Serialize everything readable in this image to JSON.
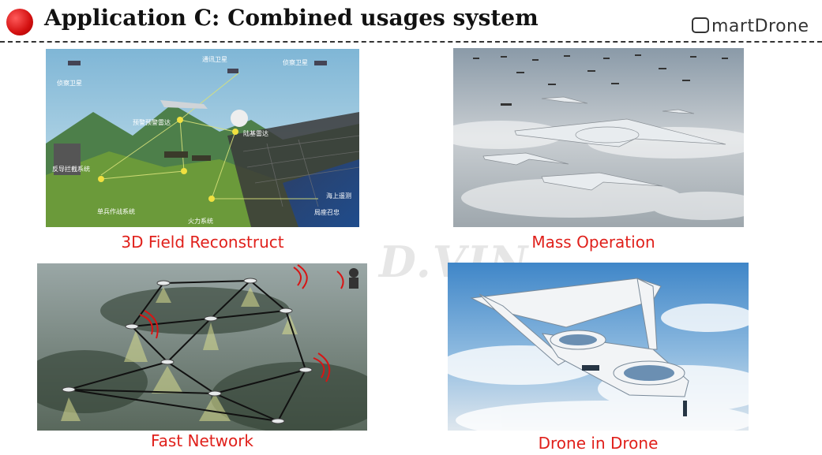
{
  "slide": {
    "title": "Application C: Combined usages system",
    "brand": "martDrone",
    "watermark": "D.VIN"
  },
  "colors": {
    "accent": "#e0201b",
    "title_dot": "#d31010",
    "text": "#111111"
  },
  "panels": [
    {
      "id": "field",
      "caption": "3D Field Reconstruct",
      "image": "battlefield-network-illustration"
    },
    {
      "id": "mass",
      "caption": "Mass Operation",
      "image": "drone-swarm-photo"
    },
    {
      "id": "network",
      "caption": "Fast Network",
      "image": "drone-mesh-network-over-forest"
    },
    {
      "id": "nested",
      "caption": "Drone in Drone",
      "image": "ducted-fan-drone-render"
    }
  ],
  "field_labels": {
    "sat1": "侦察卫星",
    "sat2": "通讯卫星",
    "sat3": "侦察卫星",
    "awacs": "预警预警雷达",
    "radar": "陆基雷达",
    "system1": "反导拦截系统",
    "infantry": "单兵作战系统",
    "fire": "火力系统",
    "sea": "海上遥测",
    "wechat": "局座召忠"
  }
}
